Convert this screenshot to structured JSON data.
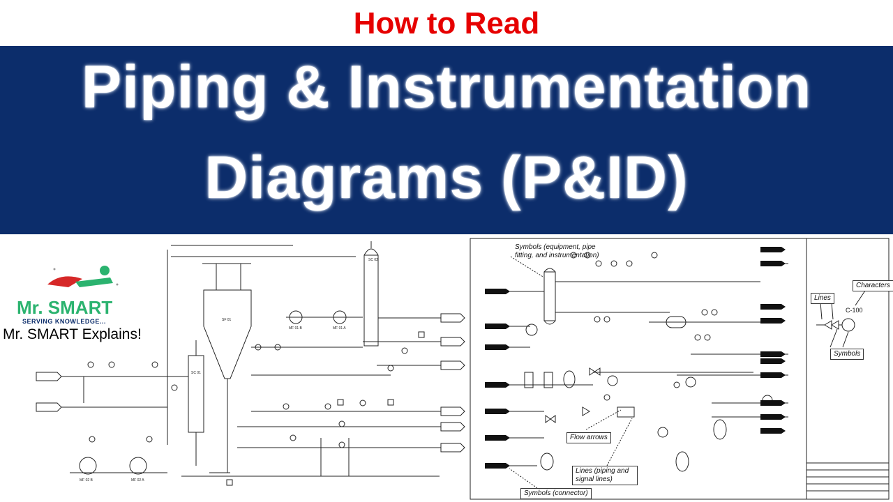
{
  "header": {
    "kicker": "How to Read",
    "title_line1": "Piping & Instrumentation",
    "title_line2": "Diagrams (P&ID)"
  },
  "logo": {
    "name": "Mr. SMART",
    "tagline": "SERVING KNOWLEDGE...",
    "subtitle": "Mr. SMART Explains!"
  },
  "left_diagram": {
    "equipment_tags": [
      "SC 02",
      "SF 01",
      "SC 01",
      "MF 01 B",
      "MF 01 A",
      "MF 02 B",
      "MF 02 A"
    ]
  },
  "right_diagram": {
    "callouts": {
      "symbols_equipment": "Symbols (equipment, pipe fitting, and instrumentation)",
      "flow_arrows": "Flow arrows",
      "lines": "Lines (piping and signal lines)",
      "symbols_connector": "Symbols (connector)"
    },
    "legend": {
      "lines": "Lines",
      "characters": "Characters",
      "symbols": "Symbols",
      "tag": "C-100"
    }
  },
  "colors": {
    "banner": "#0c2d6b",
    "kicker": "#e60000",
    "logo_green": "#2bb36f"
  }
}
